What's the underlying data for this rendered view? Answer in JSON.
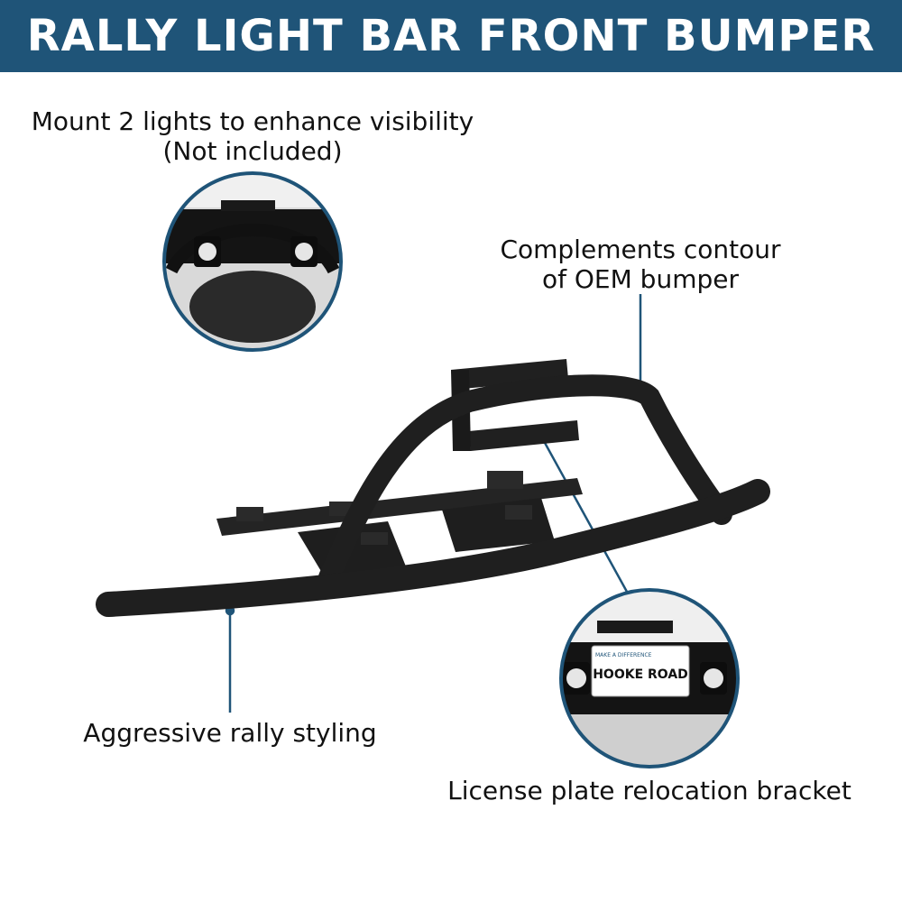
{
  "header": {
    "title": "RALLY LIGHT BAR FRONT BUMPER",
    "background_color": "#1f5478",
    "text_color": "#ffffff"
  },
  "callouts": {
    "lights": {
      "line1": "Mount 2 lights to enhance visibility",
      "line2": "(Not included)"
    },
    "contour": {
      "line1": "Complements contour",
      "line2": "of OEM bumper"
    },
    "styling": {
      "line1": "Aggressive rally styling"
    },
    "plate": {
      "line1": "License plate relocation bracket"
    }
  },
  "license_plate": {
    "top_text": "MAKE A DIFFERENCE",
    "brand": "HOOKE ROAD"
  },
  "accent_color": "#1f5478"
}
